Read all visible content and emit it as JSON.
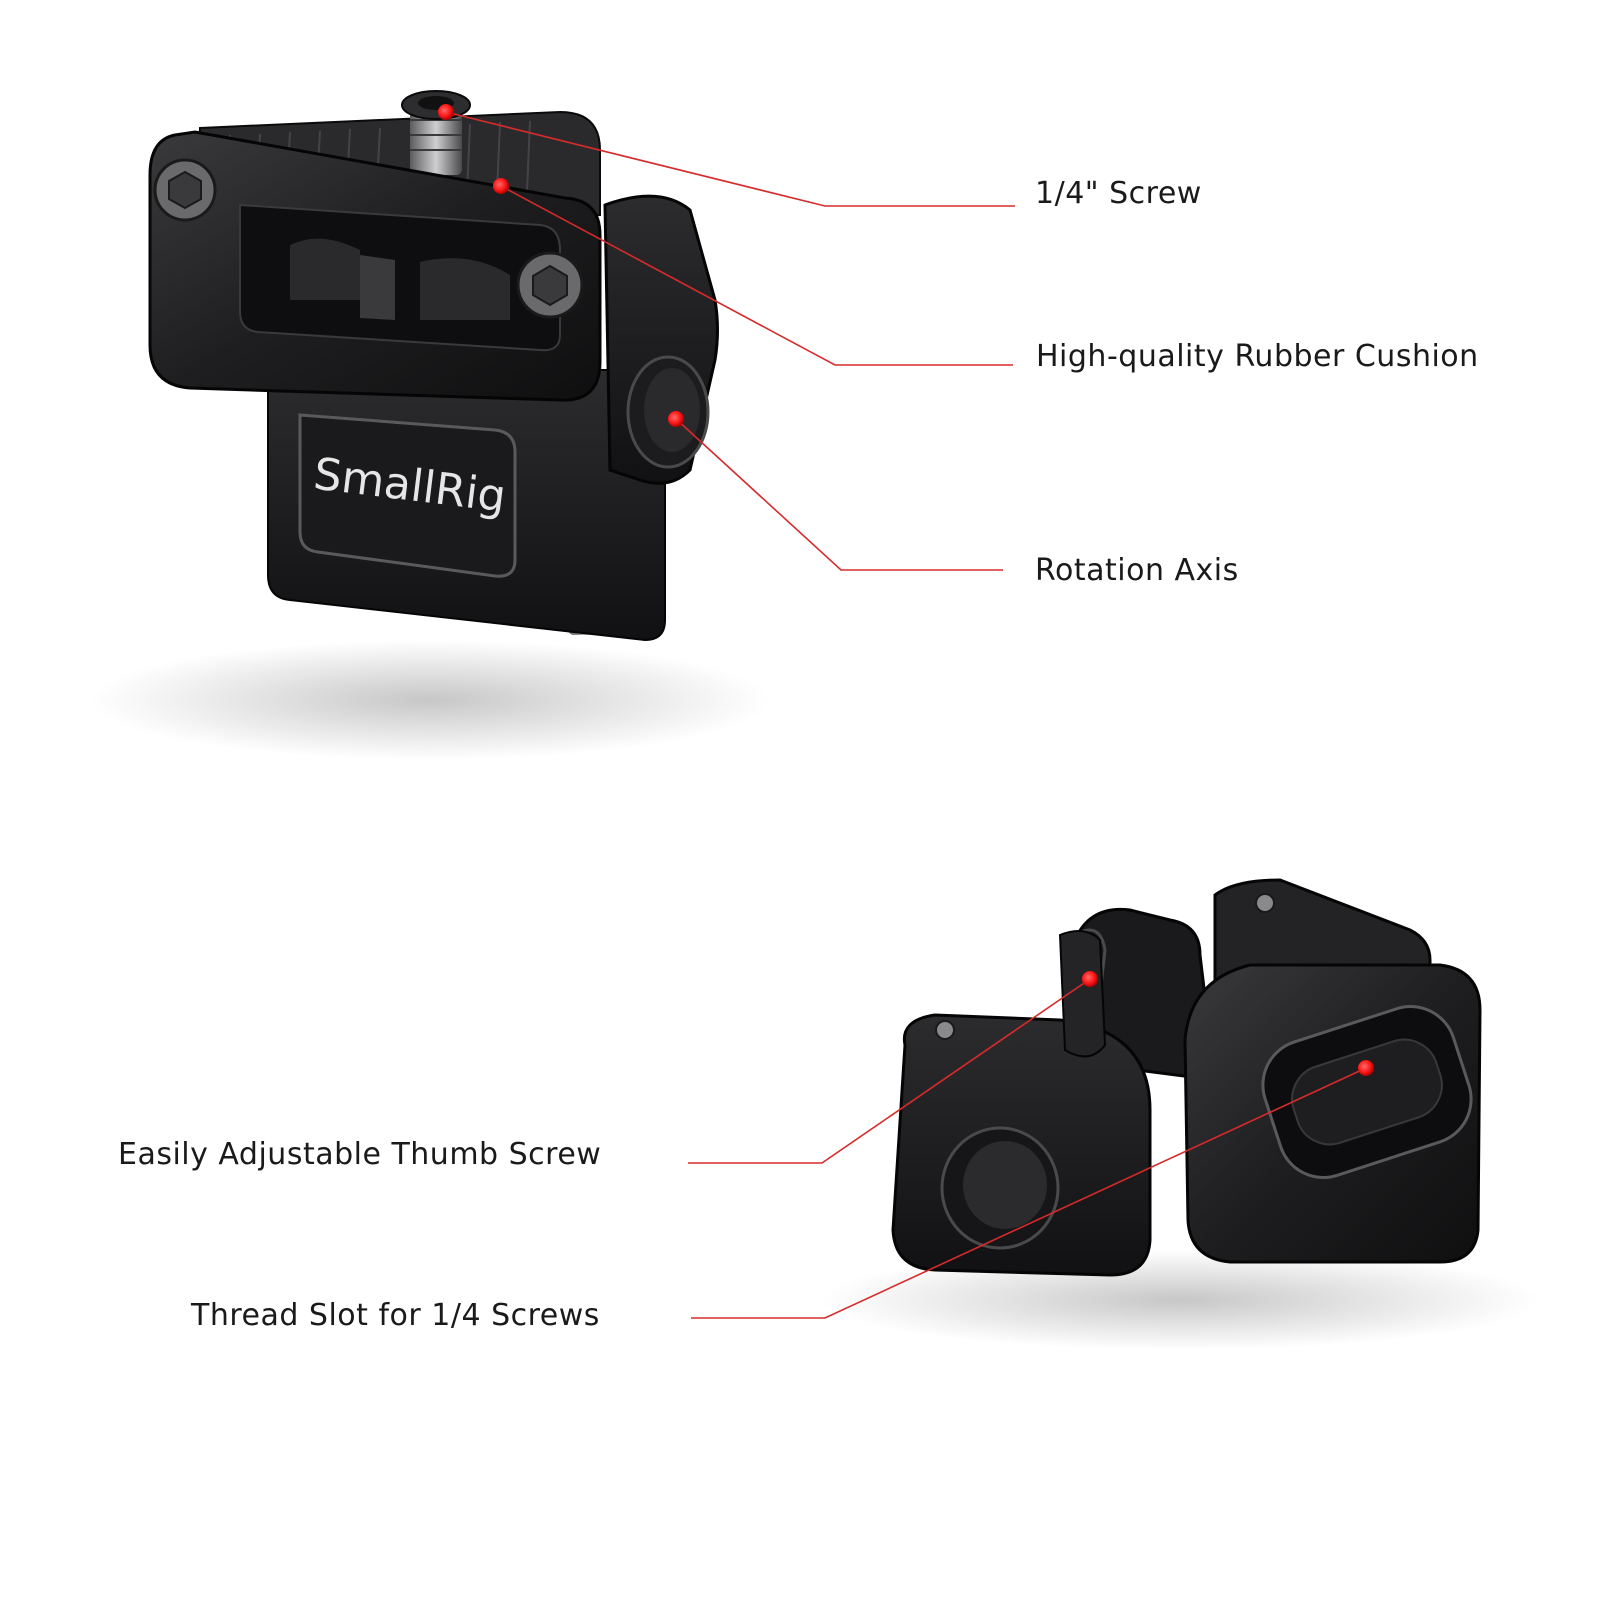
{
  "brand": {
    "logo_text": "SmallRig"
  },
  "callouts": {
    "screw": "1/4\" Screw",
    "cushion": "High-quality Rubber Cushion",
    "rotation_axis": "Rotation Axis",
    "thumb_screw": "Easily Adjustable Thumb Screw",
    "thread_slot": "Thread Slot for 1/4 Screws"
  },
  "colors": {
    "background": "#ffffff",
    "callout_line": "#d62b2b",
    "callout_dot": "#ff1a1a",
    "product_body": "#1c1c1e",
    "label_text": "#1a1a1a"
  }
}
